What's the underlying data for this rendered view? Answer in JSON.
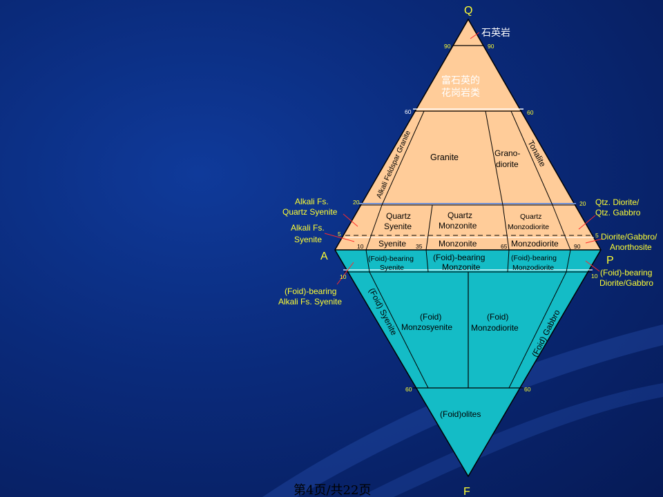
{
  "colors": {
    "upper_fill": "#ffcc99",
    "lower_fill": "#14bcc6",
    "accent_label": "#ffff33",
    "leader": "#ff2a2a"
  },
  "apex": {
    "q": "Q",
    "a": "A",
    "p": "P",
    "f": "F"
  },
  "ticks": {
    "t90l": "90",
    "t90r": "90",
    "t60l": "60",
    "t60r": "60",
    "t20l": "20",
    "t20r": "20",
    "t5l": "5",
    "t5r": "5",
    "t10": "10",
    "t35": "35",
    "t65": "65",
    "t90b": "90",
    "t10l": "10",
    "t10r": "10",
    "f60l": "60",
    "f60r": "60"
  },
  "fields": {
    "quartzolite": "石英岩",
    "quartz_rich_1": "富石英的",
    "quartz_rich_2": "花岗岩类",
    "alkali_feldspar_granite": "Alkali Feldspar Granite",
    "granite": "Granite",
    "granodiorite_1": "Grano-",
    "granodiorite_2": "diorite",
    "tonalite": "Tonalite",
    "quartz_syenite_1": "Quartz",
    "quartz_syenite_2": "Syenite",
    "quartz_monzonite_1": "Quartz",
    "quartz_monzonite_2": "Monzonite",
    "quartz_monzodiorite_1": "Quartz",
    "quartz_monzodiorite_2": "Monzodiorite",
    "syenite": "Syenite",
    "monzonite": "Monzonite",
    "monzodiorite": "Monzodiorite",
    "foid_syenite_band_1": "(Foid)-bearing",
    "foid_syenite_band_2": "Syenite",
    "foid_monzonite_band_1": "(Foid)-bearing",
    "foid_monzonite_band_2": "Monzonite",
    "foid_monzodiorite_band_1": "(Foid)-bearing",
    "foid_monzodiorite_band_2": "Monzodiorite",
    "foid_syenite": "(Foid) Syenite",
    "foid_monzosyenite_1": "(Foid)",
    "foid_monzosyenite_2": "Monzosyenite",
    "foid_monzodiorite_1": "(Foid)",
    "foid_monzodiorite_2": "Monzodiorite",
    "foid_gabbro": "(Foid) Gabbro",
    "foidolites": "(Foid)olites"
  },
  "callouts": {
    "alkali_qtz_syenite_1": "Alkali Fs.",
    "alkali_qtz_syenite_2": "Quartz Syenite",
    "alkali_syenite_1": "Alkali Fs.",
    "alkali_syenite_2": "Syenite",
    "foid_alkali_syenite_1": "(Foid)-bearing",
    "foid_alkali_syenite_2": "Alkali Fs.   Syenite",
    "qtz_diorite_1": "Qtz. Diorite/",
    "qtz_diorite_2": "Qtz. Gabbro",
    "diorite_gabbro_1": "Diorite/Gabbro/",
    "diorite_gabbro_2": "Anorthosite",
    "foid_diorite_1": "(Foid)-bearing",
    "foid_diorite_2": "Diorite/Gabbro"
  },
  "footer": {
    "prefix": "第",
    "page": "4",
    "mid": "页/共",
    "total": "22",
    "suffix": "页"
  }
}
